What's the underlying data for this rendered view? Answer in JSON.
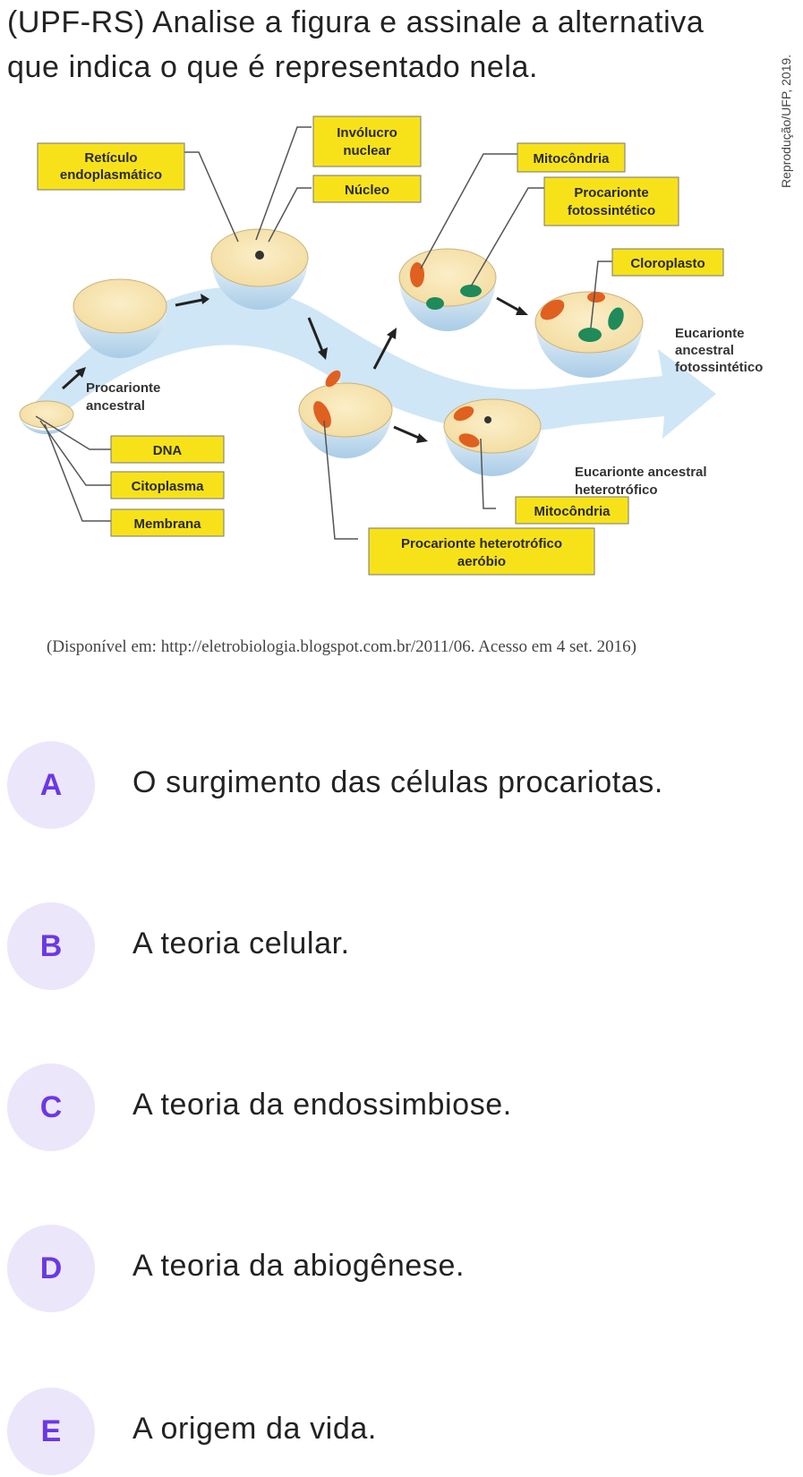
{
  "question": {
    "line1": "(UPF-RS) Analise a figura e assinale a alternativa",
    "line2": "que indica o que é representado nela."
  },
  "figure": {
    "labels": {
      "reticulo_1": "Retículo",
      "reticulo_2": "endoplasmático",
      "involucro_1": "Invólucro",
      "involucro_2": "nuclear",
      "nucleo": "Núcleo",
      "mitocondria_top": "Mitocôndria",
      "procarionte_foto_1": "Procarionte",
      "procarionte_foto_2": "fotossintético",
      "cloroplasto": "Cloroplasto",
      "euc_foto_1": "Eucarionte",
      "euc_foto_2": "ancestral",
      "euc_foto_3": "fotossintético",
      "proc_ancestral_1": "Procarionte",
      "proc_ancestral_2": "ancestral",
      "dna": "DNA",
      "citoplasma": "Citoplasma",
      "membrana": "Membrana",
      "euc_hetero_1": "Eucarionte ancestral",
      "euc_hetero_2": "heterotrófico",
      "mitocondria_bottom": "Mitocôndria",
      "proc_hetero_1": "Procarionte heterotrófico",
      "proc_hetero_2": "aeróbio"
    },
    "credit": "Reprodução/UFP, 2019.",
    "source": "(Disponível em: http://eletrobiologia.blogspot.com.br/2011/06. Acesso em 4 set. 2016)"
  },
  "options": [
    {
      "letter": "A",
      "text": "O surgimento das células procariotas."
    },
    {
      "letter": "B",
      "text": "A teoria celular."
    },
    {
      "letter": "C",
      "text": "A teoria da endossimbiose."
    },
    {
      "letter": "D",
      "text": "A teoria da abiogênese."
    },
    {
      "letter": "E",
      "text": "A origem da vida."
    }
  ],
  "colors": {
    "badge_bg": "#ece6fb",
    "badge_letter": "#6a38e6",
    "label_box": "#f7e21a",
    "arrow_band": "#cfe6f6",
    "mitochondria": "#e0601f",
    "chloroplast": "#1f8a5a"
  }
}
